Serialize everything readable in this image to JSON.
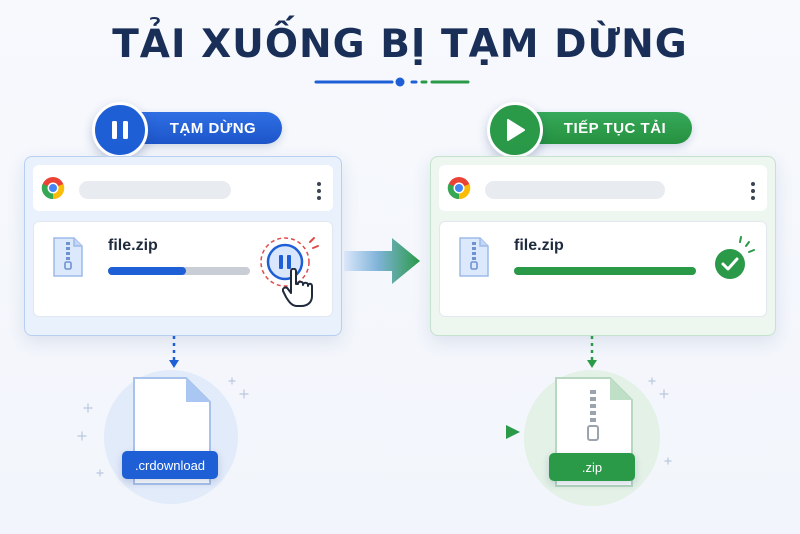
{
  "title": "TẢI XUỐNG BỊ TẠM DỪNG",
  "left_panel": {
    "pill_label": "TẠM DỪNG",
    "pill_icon": "pause-icon",
    "file_name": "file.zip",
    "progress": 0.55,
    "action_icon": "pause-button-icon",
    "cursor_icon": "hand-cursor-icon",
    "accent": "#1f5fd6"
  },
  "right_panel": {
    "pill_label": "TIẾP TỤC TẢI",
    "pill_icon": "play-icon",
    "file_name": "file.zip",
    "progress": 1.0,
    "status_icon": "check-circle-icon",
    "accent": "#2a9a48"
  },
  "bottom": {
    "left_file_label": ".crdownload",
    "right_file_label": ".zip"
  }
}
